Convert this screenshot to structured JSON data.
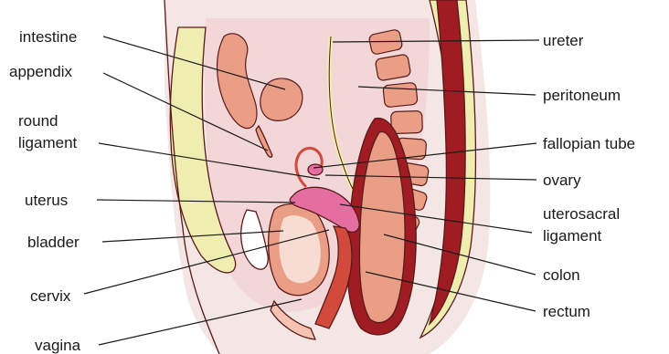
{
  "diagram": {
    "labels_left": {
      "intestine": "intestine",
      "appendix": "appendix",
      "round_ligament_line1": "round",
      "round_ligament_line2": "ligament",
      "uterus": "uterus",
      "bladder": "bladder",
      "cervix": "cervix",
      "vagina": "vagina"
    },
    "labels_right": {
      "ureter": "ureter",
      "peritoneum": "peritoneum",
      "fallopian_tube": "fallopian tube",
      "ovary": "ovary",
      "uterosacral_ligament_line1": "uterosacral",
      "uterosacral_ligament_line2": "ligament",
      "colon": "colon",
      "rectum": "rectum"
    },
    "colors": {
      "skin": "#f4e6e4",
      "fat": "#efeeb0",
      "peritoneal_cavity": "#f2d6d8",
      "muscle_dark": "#9e1c22",
      "organ_salmon": "#eb9e86",
      "organ_light": "#f6c2b2",
      "uterus_pink": "#e56ea0",
      "vagina_red": "#d24a3c",
      "bladder_inner": "#f8dcd4"
    }
  }
}
